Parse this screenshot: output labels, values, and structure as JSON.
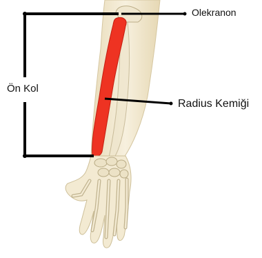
{
  "labels": {
    "olecranon": "Olekranon",
    "radius": "Radius Kemiği",
    "forearm": "Ön Kol"
  },
  "colors": {
    "radius_highlight": "#ee3322",
    "arm_skin": "#f4ecd6",
    "arm_outline": "#d9ccaa",
    "bone": "#efe6cd",
    "bone_outline": "#b9ab86",
    "leader_line": "#000000"
  }
}
